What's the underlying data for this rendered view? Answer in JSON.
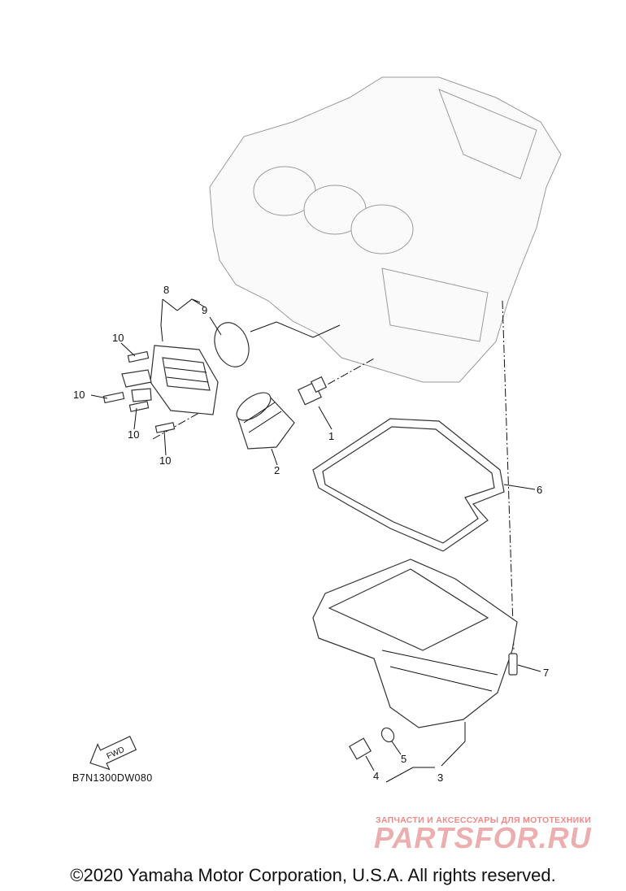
{
  "callouts": {
    "c1": "1",
    "c2": "2",
    "c3": "3",
    "c4": "4",
    "c5": "5",
    "c6": "6",
    "c7": "7",
    "c8": "8",
    "c9": "9",
    "c10a": "10",
    "c10b": "10",
    "c10c": "10",
    "c10d": "10"
  },
  "fwd_label": "FWD",
  "diagram_code": "B7N1300DW080",
  "watermark": {
    "tagline": "ЗАПЧАСТИ И АКСЕССУАРЫ ДЛЯ МОТОТЕХНИКИ",
    "logo": "PARTSFOR.RU"
  },
  "copyright": "©2020 Yamaha Motor Corporation, U.S.A. All rights reserved."
}
